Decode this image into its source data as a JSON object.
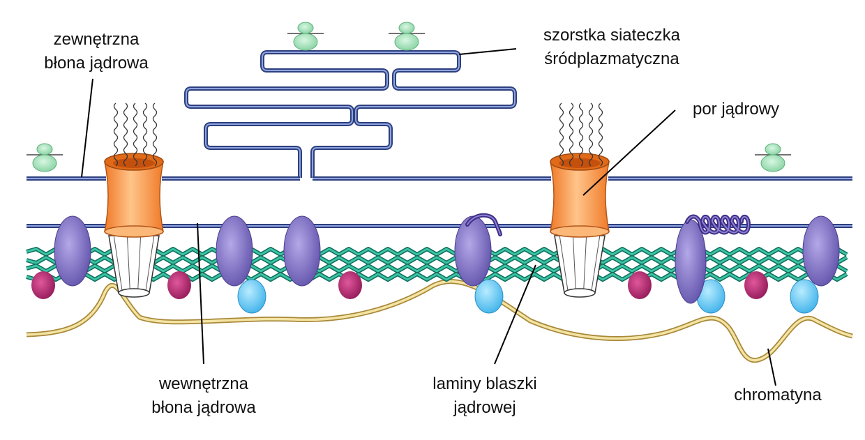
{
  "labels": {
    "outer_membrane": [
      "zewnętrzna",
      "błona jądrowa"
    ],
    "rough_er": [
      "szorstka siateczka",
      "śródplazmatyczna"
    ],
    "nuclear_pore": "por jądrowy",
    "inner_membrane": [
      "wewnętrzna",
      "błona jądrowa"
    ],
    "nuclear_lamina": [
      "laminy blaszki",
      "jądrowej"
    ],
    "chromatin": "chromatyna"
  },
  "colors": {
    "membrane": "#3c5294",
    "membrane_light": "#8aa0dc",
    "pore_orange": "#f58e3a",
    "pore_light": "#ffc98f",
    "ribosome": "#9fe0b4",
    "integral_protein": "#7b6cc1",
    "lamina": "#2aa58c",
    "magenta_protein": "#b3246e",
    "blue_protein": "#66c8f5",
    "chromatin": "#e8d48a"
  }
}
